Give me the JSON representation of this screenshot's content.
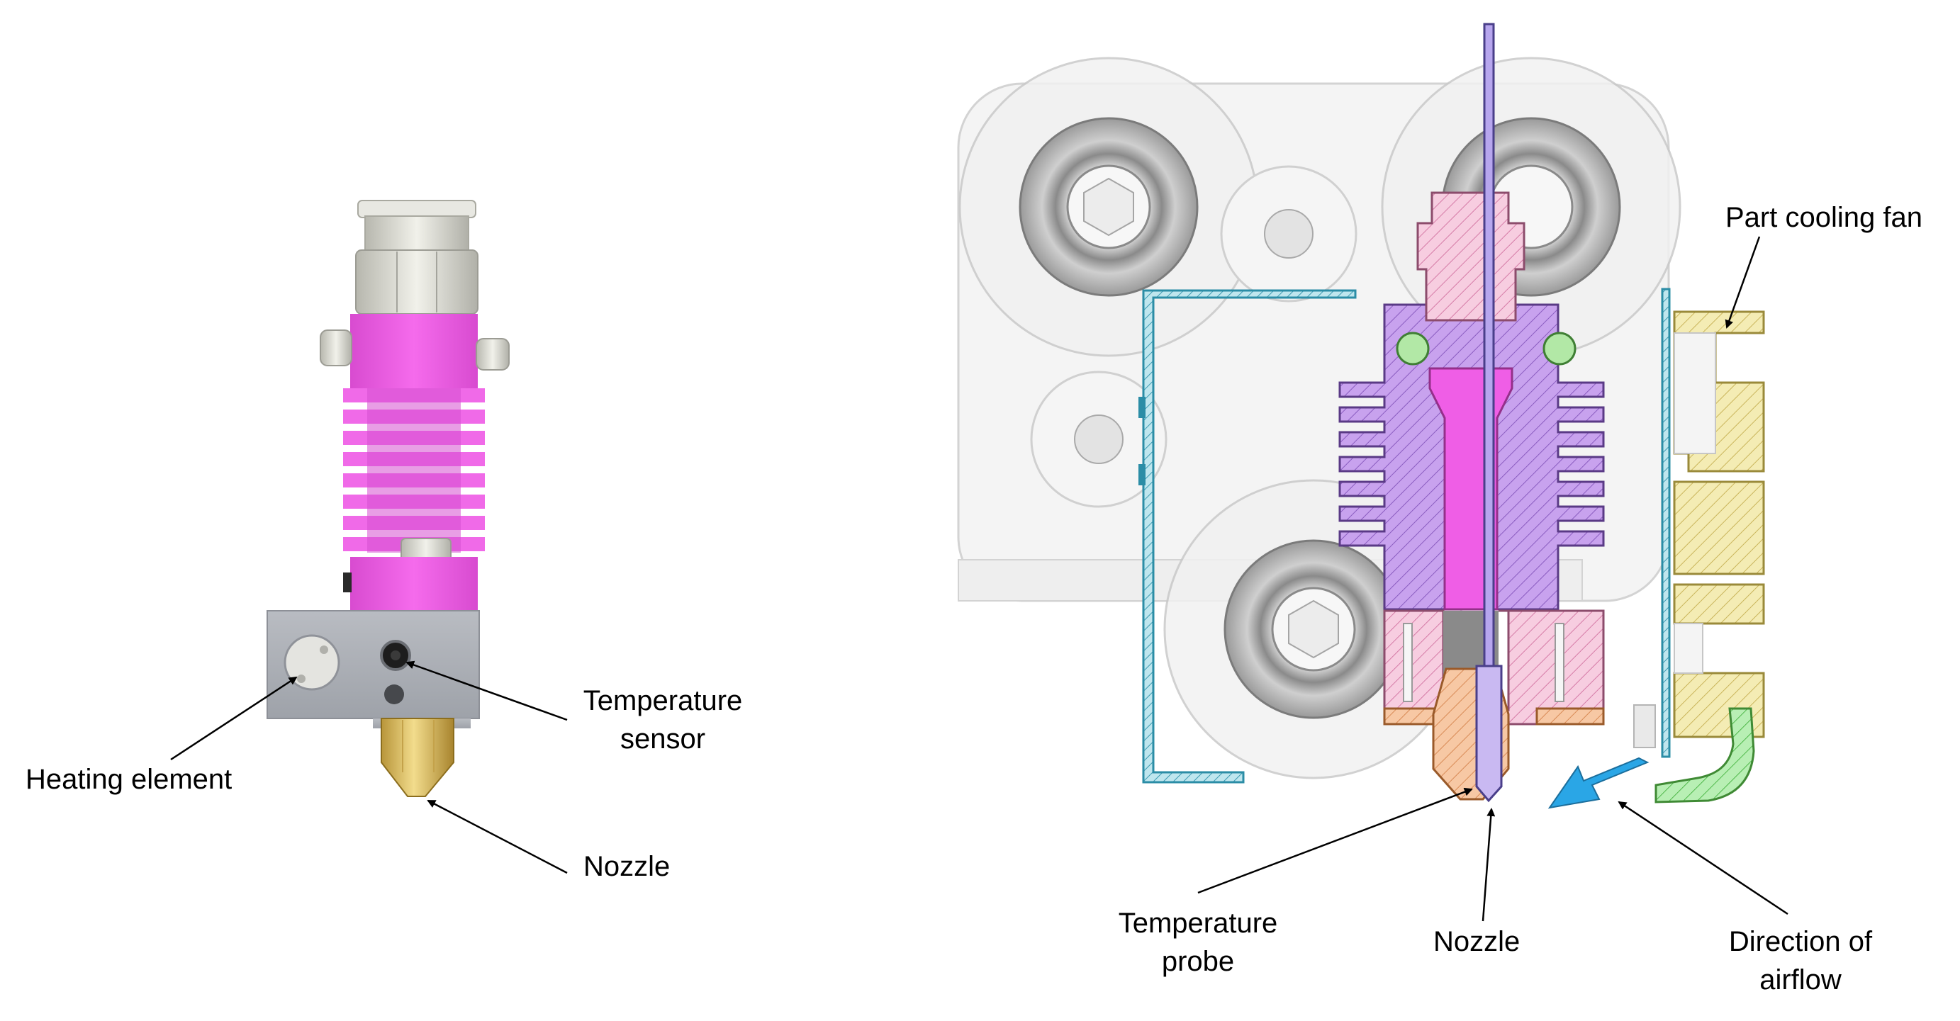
{
  "left_panel": {
    "labels": {
      "heating_element": "Heating element",
      "temperature_sensor_line1": "Temperature",
      "temperature_sensor_line2": "sensor",
      "nozzle": "Nozzle"
    }
  },
  "right_panel": {
    "labels": {
      "part_cooling_fan": "Part cooling fan",
      "temperature_probe_line1": "Temperature",
      "temperature_probe_line2": "probe",
      "nozzle": "Nozzle",
      "direction_line1": "Direction of",
      "direction_line2": "airflow"
    }
  },
  "colors": {
    "heatsink": "#ef59e6",
    "heatsink_dark": "#b83fb0",
    "heater_block": "#a8acb3",
    "nozzle_brass": "#d8b95a",
    "fitting": "#d8d8d0",
    "section_purple": "#b98ae6",
    "section_pink": "#f1b6d6",
    "section_orange": "#f5b98e",
    "fan_yellow": "#f0e6a0",
    "duct_green": "#9ee49a",
    "airflow_arrow": "#2aa6e6",
    "bracket": "#6fc4d6",
    "filament": "#9b8ed6"
  }
}
